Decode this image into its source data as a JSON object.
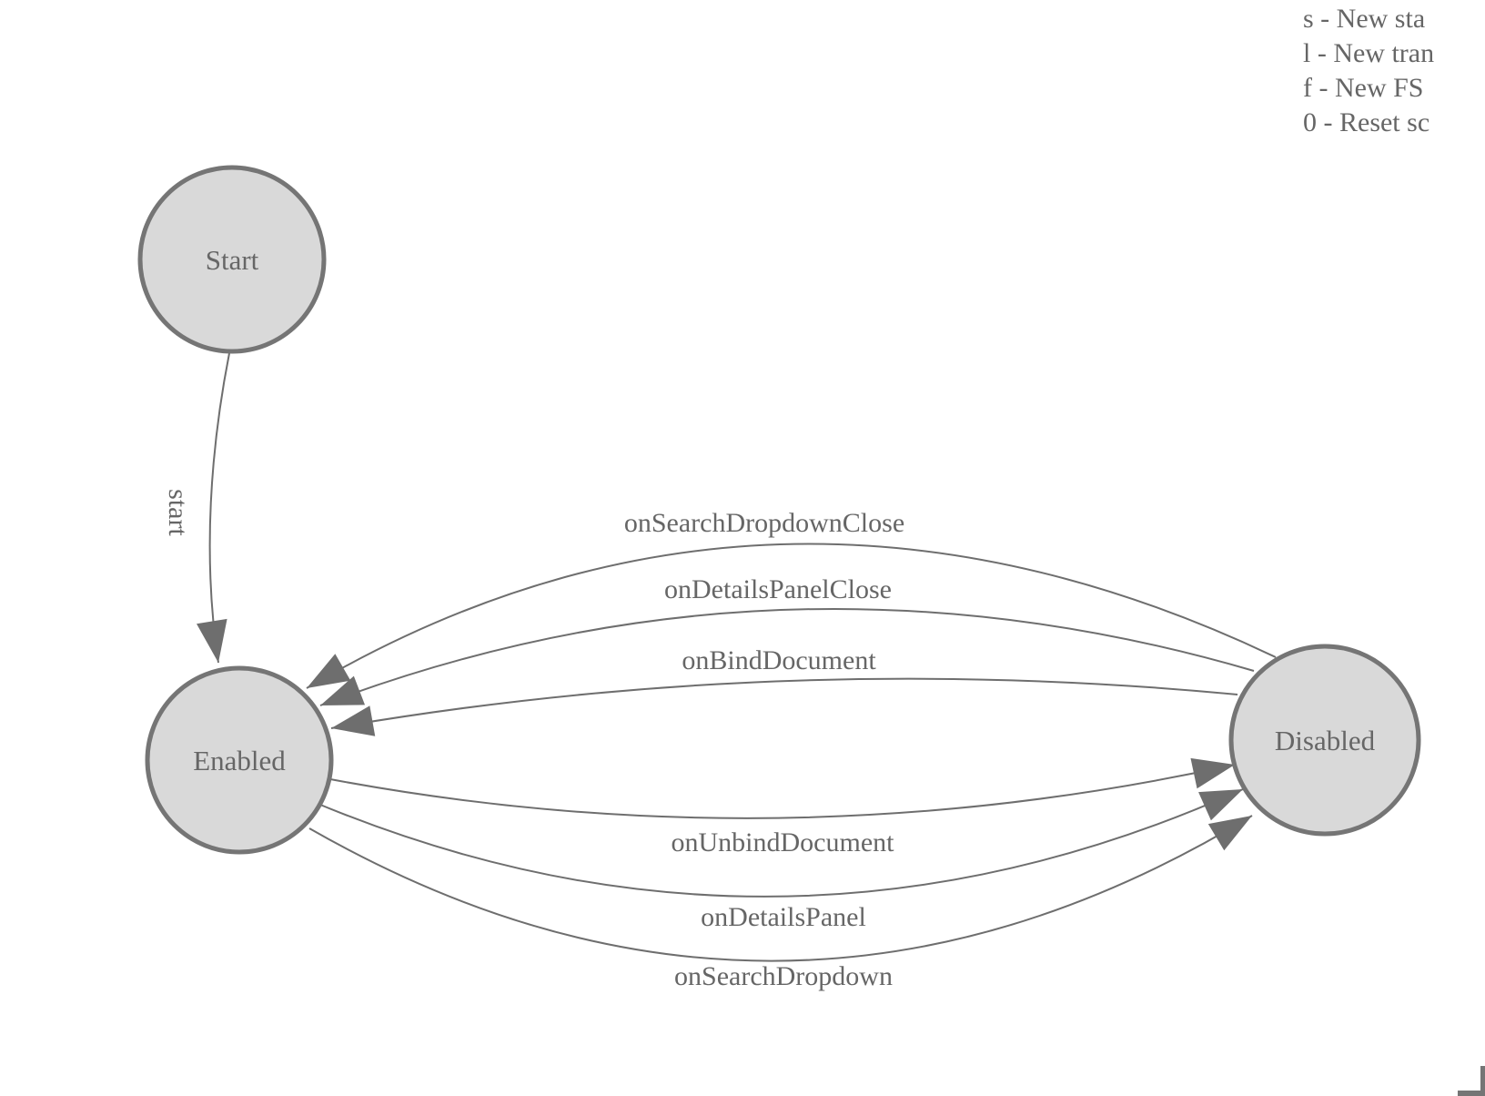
{
  "colors": {
    "background": "#ffffff",
    "node_fill": "#d9d9d9",
    "node_stroke": "#757575",
    "edge_color": "#6e6e6e",
    "text_color": "#666666"
  },
  "legend": {
    "lines": [
      "s - New sta",
      "l - New tran",
      "f - New FS",
      "0 - Reset sc"
    ]
  },
  "states": [
    {
      "label": "Start"
    },
    {
      "label": "Enabled"
    },
    {
      "label": "Disabled"
    }
  ],
  "transitions": [
    {
      "label": "start",
      "from": "Start",
      "to": "Enabled"
    },
    {
      "label": "onSearchDropdownClose",
      "from": "Disabled",
      "to": "Enabled"
    },
    {
      "label": "onDetailsPanelClose",
      "from": "Disabled",
      "to": "Enabled"
    },
    {
      "label": "onBindDocument",
      "from": "Disabled",
      "to": "Enabled"
    },
    {
      "label": "onUnbindDocument",
      "from": "Enabled",
      "to": "Disabled"
    },
    {
      "label": "onDetailsPanel",
      "from": "Enabled",
      "to": "Disabled"
    },
    {
      "label": "onSearchDropdown",
      "from": "Enabled",
      "to": "Disabled"
    }
  ]
}
